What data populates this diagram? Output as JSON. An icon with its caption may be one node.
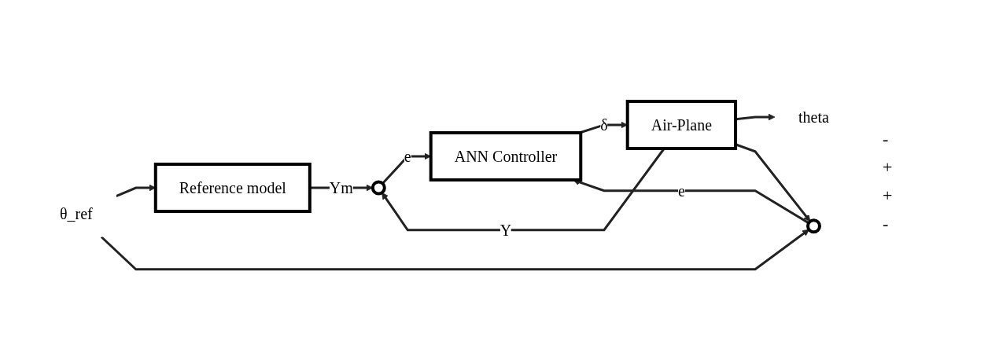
{
  "diagram": {
    "nodes": [
      {
        "text": [
          "Reference model"
        ]
      },
      {
        "text": [],
        "shape": "circle"
      },
      {
        "text": [
          "θ_ref"
        ]
      },
      {
        "text": [],
        "shape": "circle"
      },
      {
        "text": [
          "ANN Controller"
        ]
      },
      {
        "text": [
          "Air-Plane"
        ]
      },
      {
        "text": [
          "theta"
        ]
      }
    ],
    "edges": [
      {
        "from": 2,
        "to": 0,
        "arrow": "to"
      },
      {
        "from": 2,
        "to": 3,
        "arrow": "to"
      },
      {
        "from": 0,
        "to": 1,
        "label": "Ym",
        "arrow": "to"
      },
      {
        "from": 1,
        "to": 4,
        "label": "e",
        "arrow": "to"
      },
      {
        "from": 3,
        "to": 4,
        "label": "e",
        "arrow": "to"
      },
      {
        "from": 4,
        "to": 5,
        "label": "δ",
        "arrow": "to"
      },
      {
        "from": 5,
        "to": 6,
        "arrow": "to"
      },
      {
        "from": 5,
        "to": 1,
        "label": "Y",
        "arrow": "to"
      },
      {
        "from": 5,
        "to": 3,
        "arrow": "to"
      }
    ],
    "labels": [
      "-",
      "+",
      "+",
      "-"
    ]
  }
}
